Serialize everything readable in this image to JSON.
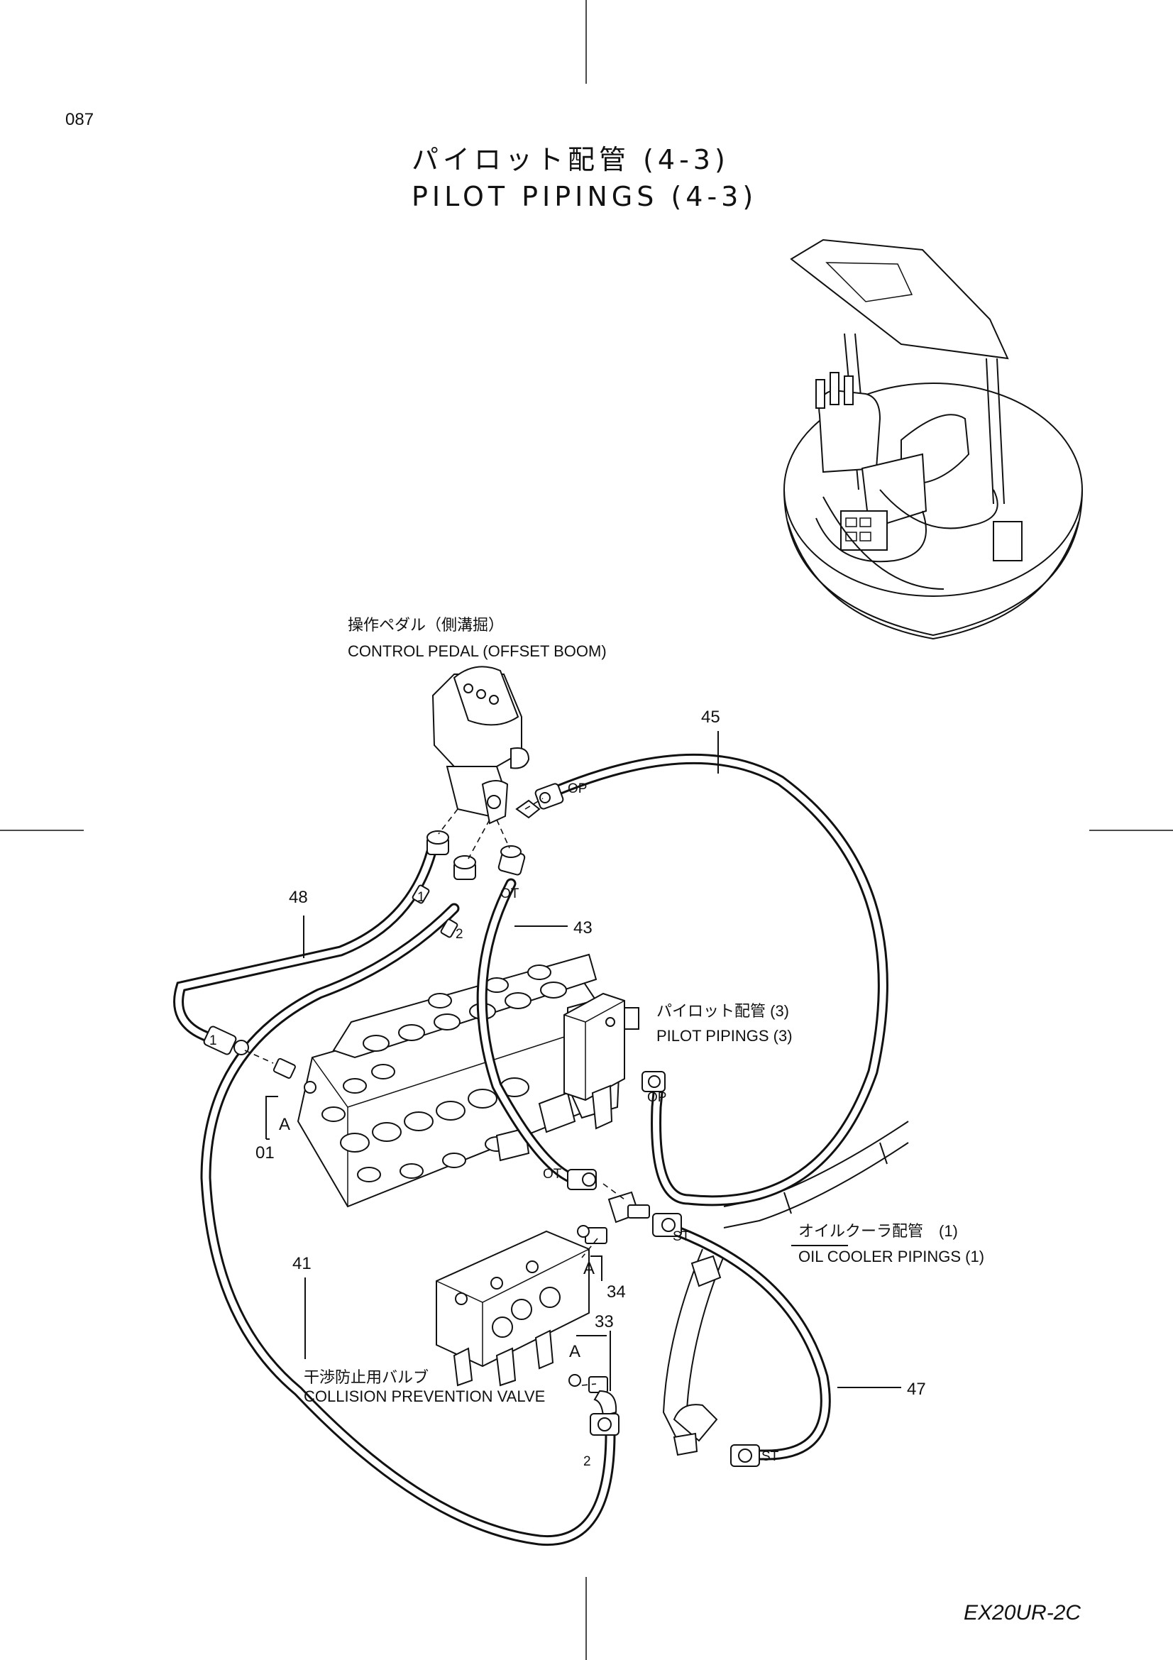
{
  "page_number": "087",
  "title_jp": "パイロット配管 (4-3)",
  "title_en": "PILOT PIPINGS (4-3)",
  "model": "EX20UR-2C",
  "labels": {
    "control_pedal_jp": "操作ペダル（側溝掘）",
    "control_pedal_en": "CONTROL PEDAL (OFFSET BOOM)",
    "pilot_pipings_jp": "パイロット配管 (3)",
    "pilot_pipings_en": "PILOT PIPINGS (3)",
    "oil_cooler_jp": "オイルクーラ配管　(1)",
    "oil_cooler_en": "OIL COOLER PIPINGS (1)",
    "collision_valve_jp": "干渉防止用バルブ",
    "collision_valve_en": "COLLISION PREVENTION VALVE"
  },
  "part_numbers": {
    "p45": "45",
    "p48": "48",
    "p43": "43",
    "p01": "01",
    "p41": "41",
    "p34": "34",
    "p33": "33",
    "p47": "47"
  },
  "port_marks": {
    "op": "OP",
    "ot": "OT",
    "st": "ST",
    "one": "1",
    "two": "2",
    "a": "A"
  }
}
